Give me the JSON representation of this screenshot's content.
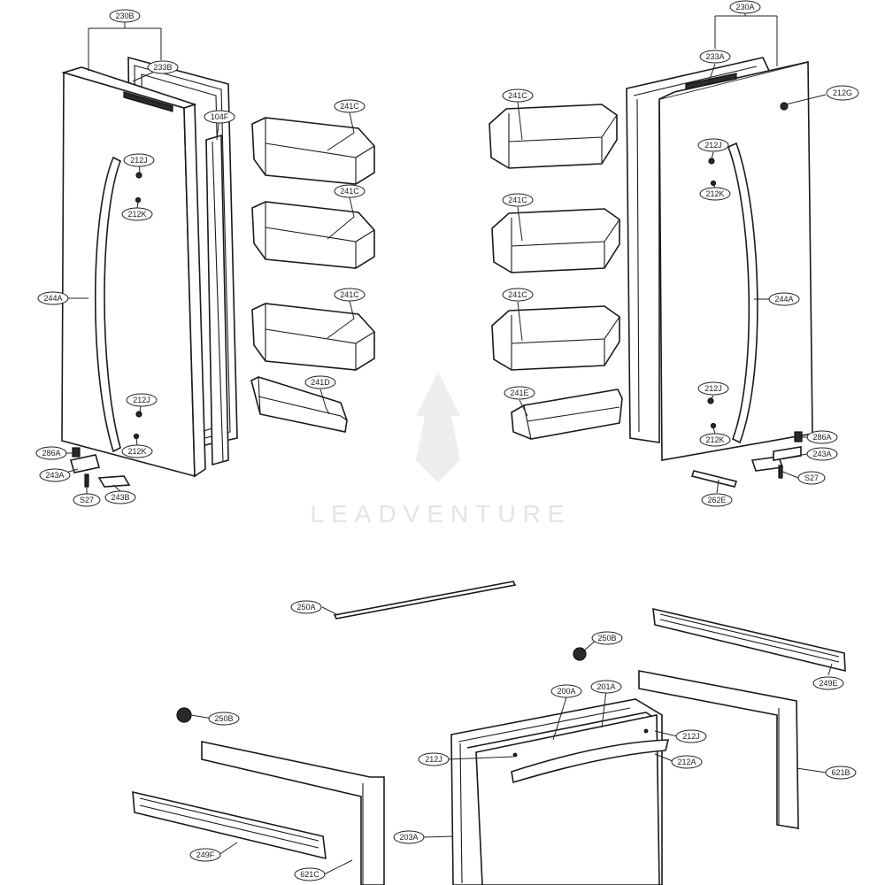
{
  "watermark": "LEADVENTURE",
  "callouts": [
    {
      "id": "c230B",
      "text": "230B"
    },
    {
      "id": "c233B",
      "text": "233B"
    },
    {
      "id": "c104F",
      "text": "104F"
    },
    {
      "id": "c212J_l1",
      "text": "212J"
    },
    {
      "id": "c212K_l1",
      "text": "212K"
    },
    {
      "id": "c244A_l",
      "text": "244A"
    },
    {
      "id": "c212J_l2",
      "text": "212J"
    },
    {
      "id": "c212K_l2",
      "text": "212K"
    },
    {
      "id": "c286A_l",
      "text": "286A"
    },
    {
      "id": "c243A_l",
      "text": "243A"
    },
    {
      "id": "cS27_l",
      "text": "S27"
    },
    {
      "id": "c243B",
      "text": "243B"
    },
    {
      "id": "c241C_l1",
      "text": "241C"
    },
    {
      "id": "c241C_l2",
      "text": "241C"
    },
    {
      "id": "c241C_l3",
      "text": "241C"
    },
    {
      "id": "c241D",
      "text": "241D"
    },
    {
      "id": "c230A",
      "text": "230A"
    },
    {
      "id": "c233A",
      "text": "233A"
    },
    {
      "id": "c212G",
      "text": "212G"
    },
    {
      "id": "c241C_r1",
      "text": "241C"
    },
    {
      "id": "c241C_r2",
      "text": "241C"
    },
    {
      "id": "c241C_r3",
      "text": "241C"
    },
    {
      "id": "c241E",
      "text": "241E"
    },
    {
      "id": "c212J_r1",
      "text": "212J"
    },
    {
      "id": "c212K_r1",
      "text": "212K"
    },
    {
      "id": "c244A_r",
      "text": "244A"
    },
    {
      "id": "c212J_r2",
      "text": "212J"
    },
    {
      "id": "c212K_r2",
      "text": "212K"
    },
    {
      "id": "c286A_r",
      "text": "286A"
    },
    {
      "id": "c243A_r",
      "text": "243A"
    },
    {
      "id": "cS27_r",
      "text": "S27"
    },
    {
      "id": "c262E",
      "text": "262E"
    },
    {
      "id": "c250A",
      "text": "250A"
    },
    {
      "id": "c250B_1",
      "text": "250B"
    },
    {
      "id": "c250B_2",
      "text": "250B"
    },
    {
      "id": "c249E",
      "text": "249E"
    },
    {
      "id": "c200A",
      "text": "200A"
    },
    {
      "id": "c201A",
      "text": "201A"
    },
    {
      "id": "c212J_d1",
      "text": "212J"
    },
    {
      "id": "c212J_d2",
      "text": "212J"
    },
    {
      "id": "c212A",
      "text": "212A"
    },
    {
      "id": "c621B",
      "text": "621B"
    },
    {
      "id": "c249F",
      "text": "249F"
    },
    {
      "id": "c203A",
      "text": "203A"
    },
    {
      "id": "c621C",
      "text": "621C"
    }
  ]
}
